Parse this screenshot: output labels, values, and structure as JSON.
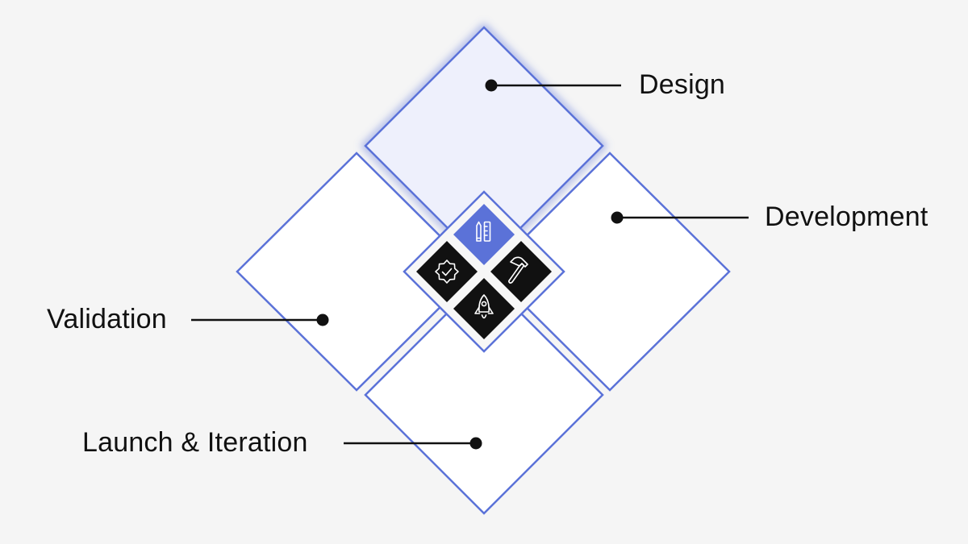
{
  "stages": [
    {
      "id": "design",
      "label": "Design",
      "icon": "ruler-pencil-icon",
      "active": true
    },
    {
      "id": "development",
      "label": "Development",
      "icon": "hammer-icon",
      "active": false
    },
    {
      "id": "validation",
      "label": "Validation",
      "icon": "badge-check-icon",
      "active": false
    },
    {
      "id": "launch",
      "label": "Launch & Iteration",
      "icon": "rocket-icon",
      "active": false
    }
  ],
  "colors": {
    "background": "#f5f5f5",
    "accent": "#5b72d8",
    "active_fill": "#eef0fc",
    "tile_fill": "#ffffff",
    "icon_dark": "#111111",
    "text": "#111111"
  }
}
